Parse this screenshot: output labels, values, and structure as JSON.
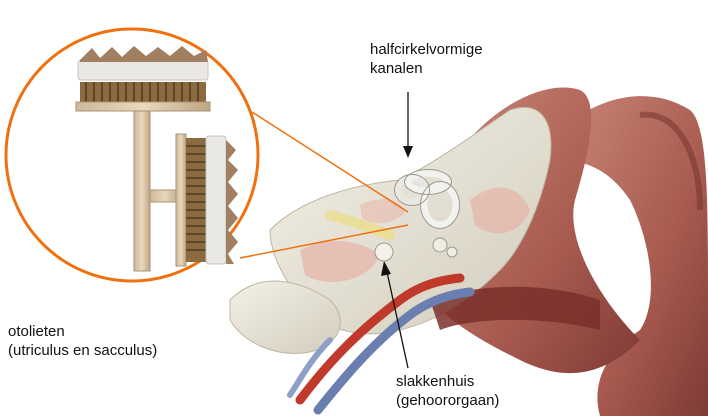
{
  "labels": {
    "semicircular": [
      "halfcirkelvormige",
      "kanalen"
    ],
    "otoliths": [
      "otolieten",
      "(utriculus en sacculus)"
    ],
    "cochlea": [
      "slakkenhuis",
      "(gehoororgaan)"
    ]
  },
  "colors": {
    "callout_ring": "#f07010",
    "skin": "#b56a5e",
    "bone": "#e6e2d6",
    "artery": "#c0392b",
    "vein": "#6a7fb0",
    "hair_cells": "#8a6a3e",
    "otolith_crystals": "#a08060"
  }
}
